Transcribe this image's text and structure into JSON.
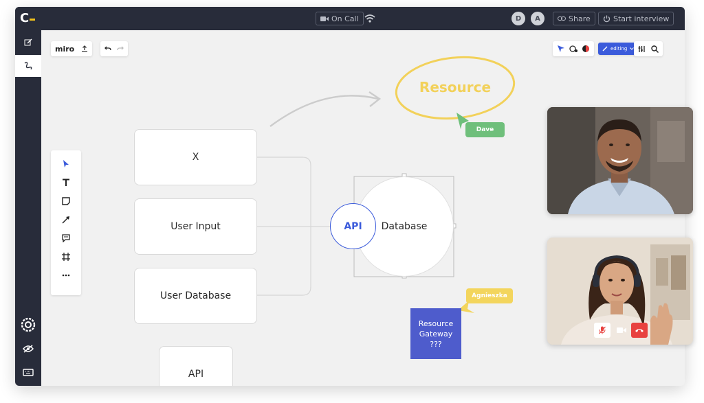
{
  "app": {
    "logo_text": "C"
  },
  "topbar": {
    "on_call_label": "On Call",
    "participants": [
      "D",
      "A"
    ],
    "share_label": "Share",
    "start_interview_label": "Start interview"
  },
  "board": {
    "brand": "miro",
    "mode_label": "editing"
  },
  "diagram": {
    "box_x": "X",
    "box_user_input": "User Input",
    "box_user_database": "User Database",
    "box_api": "API",
    "api_circle": "API",
    "database_circle": "Database",
    "resource_label": "Resource",
    "gateway_note_line1": "Resource",
    "gateway_note_line2": "Gateway",
    "gateway_note_line3": "???"
  },
  "cursors": {
    "dave": "Dave",
    "agnieszka": "Agnieszka"
  },
  "colors": {
    "dark": "#282c3a",
    "accent_blue": "#3b5bdb",
    "resource_yellow": "#f2d15a",
    "dave_green": "#6fbf7b",
    "agnieszka_yellow": "#f3d55d",
    "gateway_blue": "#4e5ccc",
    "end_call_red": "#e8413f"
  }
}
